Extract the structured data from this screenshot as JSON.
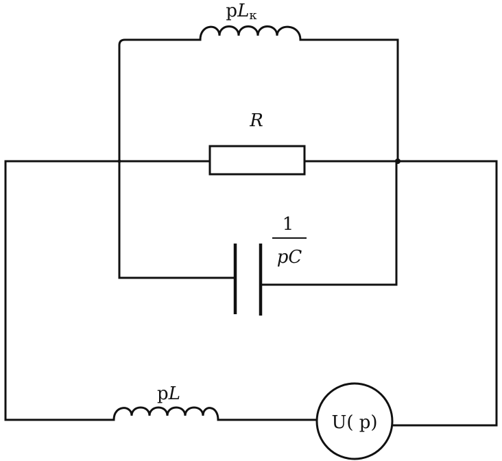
{
  "diagram": {
    "components": {
      "coupling_inductor": {
        "label_prefix": "p",
        "label_symbol": "L",
        "label_subscript": "к"
      },
      "resistor": {
        "label": "R"
      },
      "capacitor": {
        "label_numerator": "1",
        "label_denominator": "pC"
      },
      "series_inductor": {
        "label_prefix": "p",
        "label_symbol": "L"
      },
      "source": {
        "label": "U( p)"
      }
    },
    "colors": {
      "ink": "#111111",
      "background": "#ffffff"
    }
  }
}
